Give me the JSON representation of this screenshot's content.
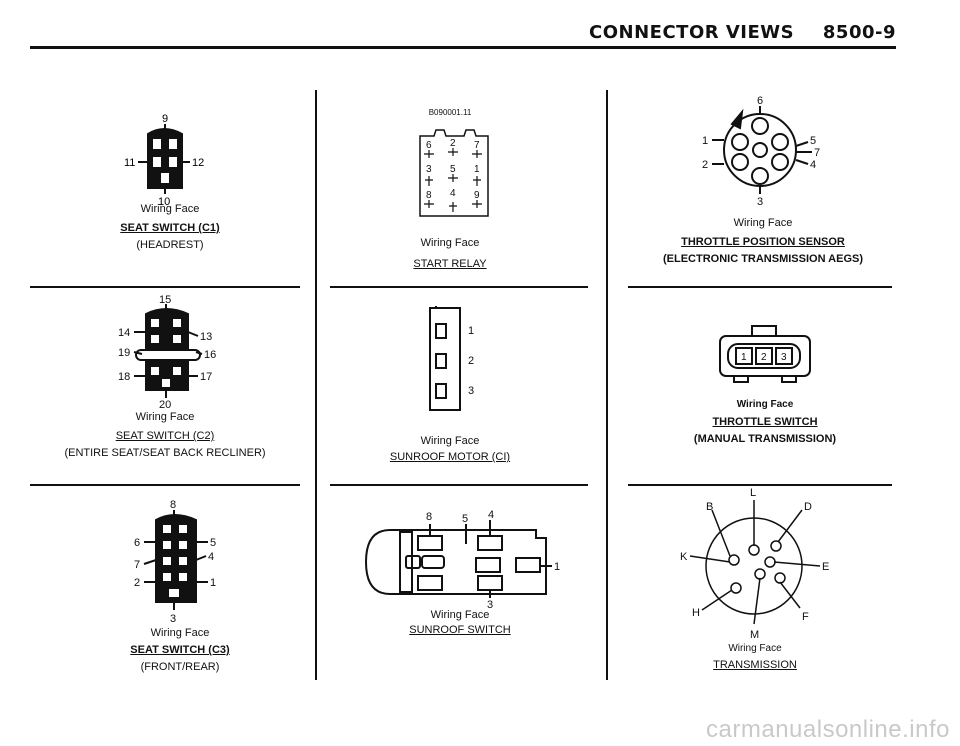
{
  "header": {
    "title": "CONNECTOR VIEWS",
    "page": "8500-9"
  },
  "wiring_face": "Wiring Face",
  "connectors": {
    "c1": {
      "name": "SEAT SWITCH (C1)",
      "sub": "(HEADREST)",
      "pins": [
        "9",
        "11",
        "12",
        "10"
      ]
    },
    "c2": {
      "name": "SEAT SWITCH (C2)",
      "sub": "(ENTIRE SEAT/SEAT BACK RECLINER)",
      "pins": [
        "15",
        "14",
        "13",
        "19",
        "16",
        "18",
        "17",
        "20"
      ]
    },
    "c3": {
      "name": "SEAT SWITCH (C3)",
      "sub": "(FRONT/REAR)",
      "pins": [
        "8",
        "6",
        "5",
        "7",
        "4",
        "2",
        "1",
        "3"
      ]
    },
    "start_relay": {
      "name": "START RELAY",
      "code": "B090001.11",
      "pins": [
        "6",
        "2",
        "7",
        "3",
        "5",
        "1",
        "8",
        "4",
        "9"
      ]
    },
    "sunroof_motor": {
      "name": "SUNROOF MOTOR (CI)",
      "pins": [
        "1",
        "2",
        "3"
      ]
    },
    "sunroof_switch": {
      "name": "SUNROOF SWITCH",
      "pins": [
        "8",
        "5",
        "4",
        "1",
        "3"
      ]
    },
    "throttle_pos": {
      "name": "THROTTLE POSITION SENSOR",
      "sub": "(ELECTRONIC TRANSMISSION AEGS)",
      "pins": [
        "6",
        "1",
        "5",
        "7",
        "2",
        "4",
        "3"
      ]
    },
    "throttle_sw": {
      "name": "THROTTLE SWITCH",
      "sub": "(MANUAL TRANSMISSION)",
      "pins": [
        "1",
        "2",
        "3"
      ]
    },
    "transmission": {
      "name": "TRANSMISSION",
      "pins": [
        "L",
        "B",
        "D",
        "K",
        "E",
        "H",
        "F",
        "M"
      ]
    }
  },
  "watermark": "carmanualsonline.info"
}
